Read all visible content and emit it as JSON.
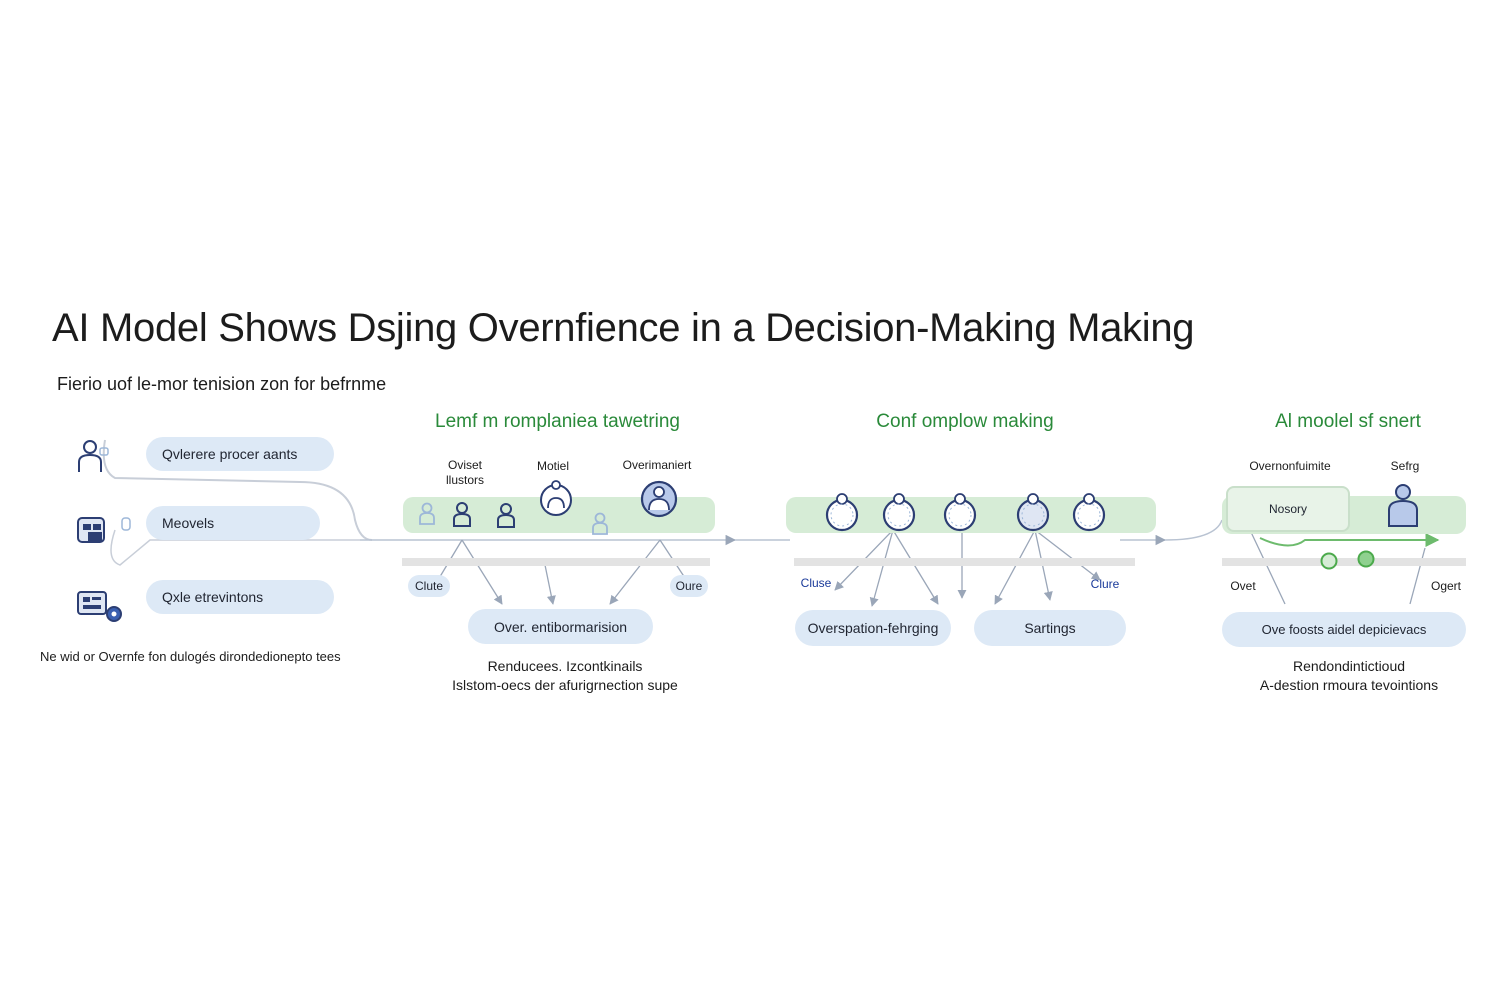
{
  "title": "AI Model Shows Dsjing Overnfience in a Decision-Making Making",
  "subtitle": "Fierio uof le-mor tenision zon for befrnme",
  "footnote": "Ne wid or Overnfe fon dulogés dirondedionepto tees",
  "left_items": [
    {
      "label": "Qvlerere procer aants",
      "icon": "person-icon"
    },
    {
      "label": "Meovels",
      "icon": "device-icon"
    },
    {
      "label": "Qxle etrevintons",
      "icon": "gear-screen-icon"
    }
  ],
  "stage1": {
    "header": "Lemf m romplaniea tawetring",
    "top_labels": [
      "Oviset\nllustors",
      "Motiel",
      "Overimaniert"
    ],
    "side_left": "Clute",
    "side_right": "Oure",
    "pill": "Over. entibormarision",
    "desc_line1": "Renducees. Izcontkinails",
    "desc_line2": "Islstom-oecs der afurigrnection supe"
  },
  "stage2": {
    "header": "Conf omplow making",
    "side_left": "Cluse",
    "side_right": "Clure",
    "pill_left": "Overspation-fehrging",
    "pill_right": "Sartings"
  },
  "stage3": {
    "header": "Al moolel sf snert",
    "top_left": "Overnonfuimite",
    "top_right": "Sefrg",
    "box_label": "Nosory",
    "side_left": "Ovet",
    "side_right": "Ogert",
    "pill": "Ove foosts aidel depicievacs",
    "desc_line1": "Rendondintictioud",
    "desc_line2": "A-destion rmoura tevointions"
  },
  "colors": {
    "accent_green": "#2a8a3a",
    "band_green": "#d6ecd6",
    "pill_blue": "#dde9f6",
    "icon_navy": "#2c3e73"
  }
}
